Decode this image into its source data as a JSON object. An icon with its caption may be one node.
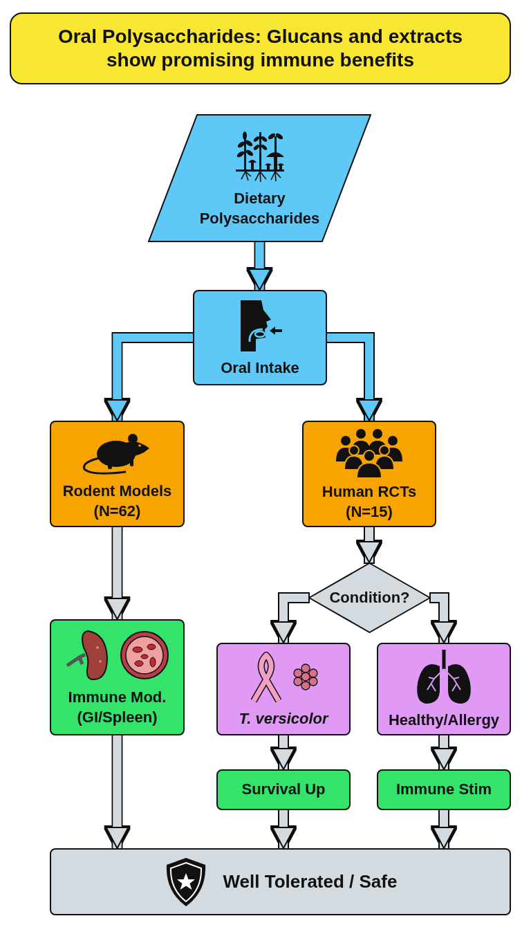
{
  "diagram": {
    "title": "Oral Polysaccharides: Glucans and extracts show promising immune benefits",
    "nodes": [
      {
        "text": [
          "Dietary Polysaccharides"
        ]
      },
      {
        "text": [
          "Oral Intake"
        ]
      },
      {
        "text": [
          "Rodent Models (N=62)"
        ]
      },
      {
        "text": [
          "Human RCTs (N=15)"
        ]
      },
      {
        "text": [
          "Condition?"
        ]
      },
      {
        "text": [
          "Immune Mod. (GI/Spleen)"
        ]
      },
      {
        "text": [
          "T. versicolor"
        ]
      },
      {
        "text": [
          "Healthy/Allergy"
        ]
      },
      {
        "text": [
          "Survival Up"
        ]
      },
      {
        "text": [
          "Immune Stim"
        ]
      },
      {
        "text": [
          "Well Tolerated / Safe"
        ]
      }
    ],
    "edges": [
      {
        "from": 0,
        "to": 1,
        "arrow": "to",
        "color": "#5ec8f7"
      },
      {
        "from": 1,
        "to": 2,
        "arrow": "to",
        "color": "#5ec8f7"
      },
      {
        "from": 1,
        "to": 3,
        "arrow": "to",
        "color": "#5ec8f7"
      },
      {
        "from": 2,
        "to": 5,
        "arrow": "to"
      },
      {
        "from": 3,
        "to": 4,
        "arrow": "to"
      },
      {
        "from": 4,
        "to": 6,
        "arrow": "to"
      },
      {
        "from": 4,
        "to": 7,
        "arrow": "to"
      },
      {
        "from": 6,
        "to": 8,
        "arrow": "to"
      },
      {
        "from": 7,
        "to": 9,
        "arrow": "to"
      },
      {
        "from": 5,
        "to": 10,
        "arrow": "to"
      },
      {
        "from": 8,
        "to": 10,
        "arrow": "to"
      },
      {
        "from": 9,
        "to": 10,
        "arrow": "to"
      }
    ]
  }
}
